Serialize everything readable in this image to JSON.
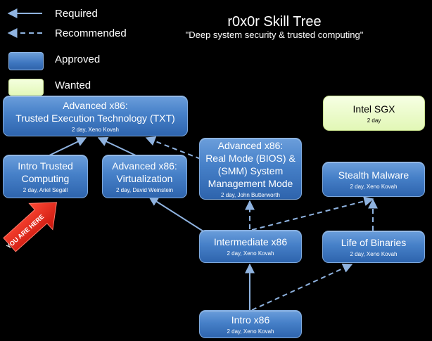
{
  "legend": {
    "required": "Required",
    "recommended": "Recommended",
    "approved": "Approved",
    "wanted": "Wanted"
  },
  "header": {
    "title": "r0x0r Skill Tree",
    "subtitle": "\"Deep system security & trusted computing\""
  },
  "colors": {
    "approved": "#4680c8",
    "wanted": "#e8f9c4",
    "arrow": "#8fb3e0",
    "you_are_here": "#e8251b"
  },
  "nodes": {
    "txt": {
      "title": "Advanced x86:\nTrusted Execution Technology (TXT)",
      "sub": "2 day, Xeno Kovah"
    },
    "sgx": {
      "title": "Intel SGX",
      "sub": "2 day"
    },
    "itc": {
      "title": "Intro Trusted\nComputing",
      "sub": "2 day, Ariel Segall"
    },
    "virt": {
      "title": "Advanced x86:\nVirtualization",
      "sub": "2 day, David Weinstein"
    },
    "smm": {
      "title": "Advanced x86:\nReal Mode (BIOS) &\n(SMM) System\nManagement Mode",
      "sub": "2 day, John Butterworth"
    },
    "stealth": {
      "title": "Stealth Malware",
      "sub": "2 day, Xeno Kovah"
    },
    "ix86": {
      "title": "Intermediate x86",
      "sub": "2 day, Xeno Kovah"
    },
    "lob": {
      "title": "Life of Binaries",
      "sub": "2 day, Xeno Kovah"
    },
    "intro": {
      "title": "Intro x86",
      "sub": "2 day, Xeno Kovah"
    }
  },
  "you_are_here": "YOU ARE HERE"
}
